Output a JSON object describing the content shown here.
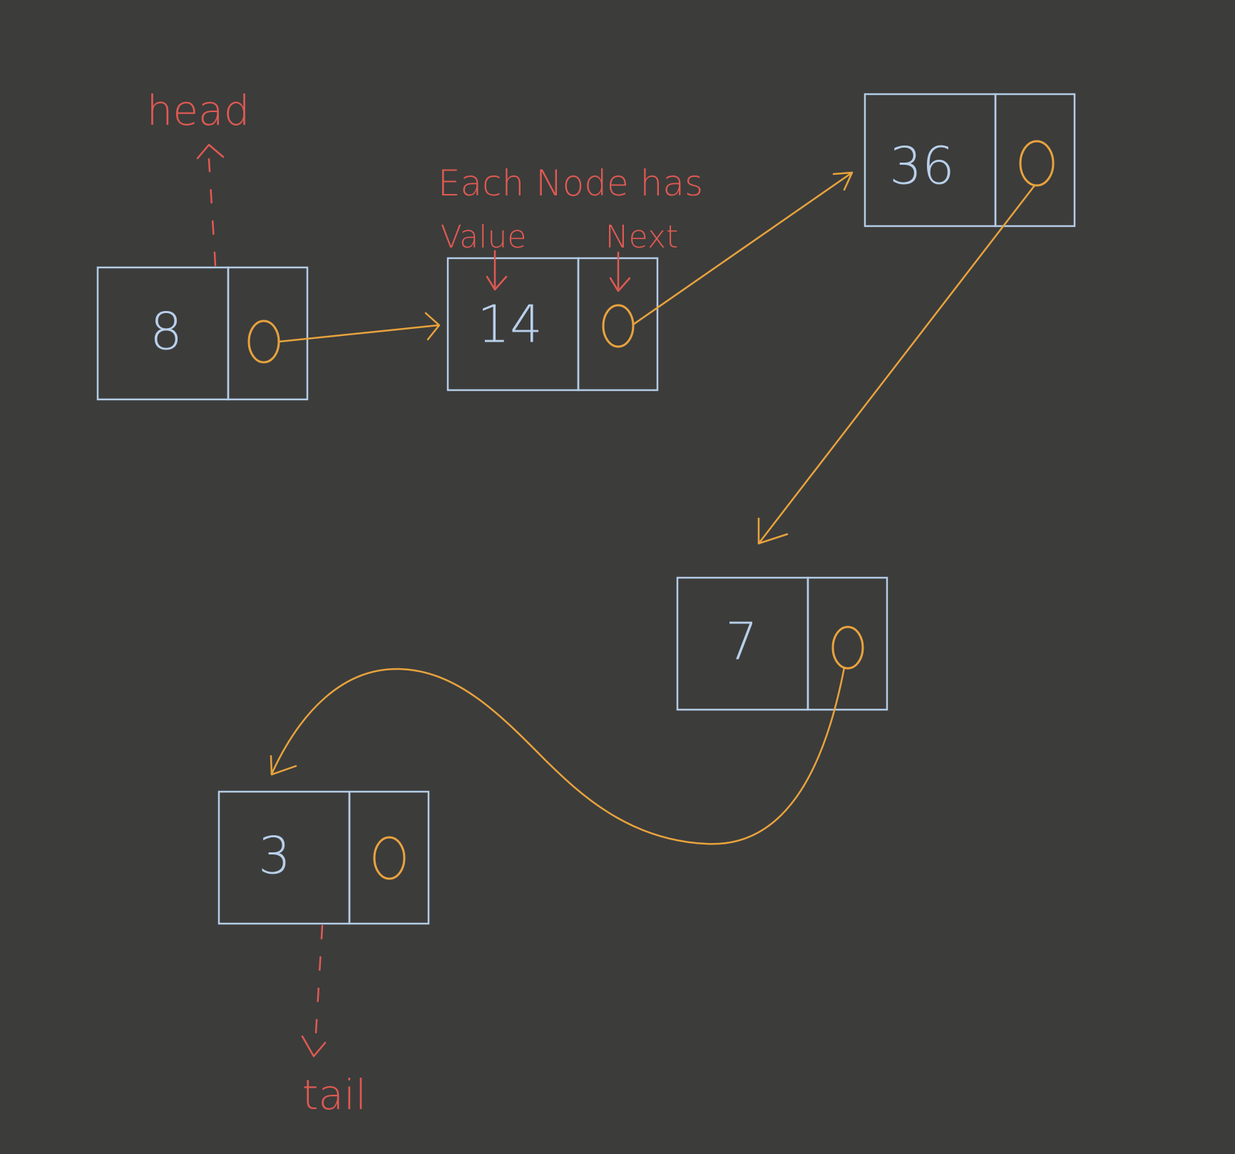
{
  "labels": {
    "head": "head",
    "tail": "tail",
    "note": "Each Node has",
    "value": "Value",
    "next": "Next"
  },
  "nodes": [
    {
      "value": "8"
    },
    {
      "value": "14"
    },
    {
      "value": "36"
    },
    {
      "value": "7"
    },
    {
      "value": "3"
    }
  ],
  "colors": {
    "background": "#3c3c3b",
    "node_border": "#b4cde6",
    "node_text": "#b8d0ea",
    "pointer": "#e8a33c",
    "annotation": "#e05a52"
  }
}
